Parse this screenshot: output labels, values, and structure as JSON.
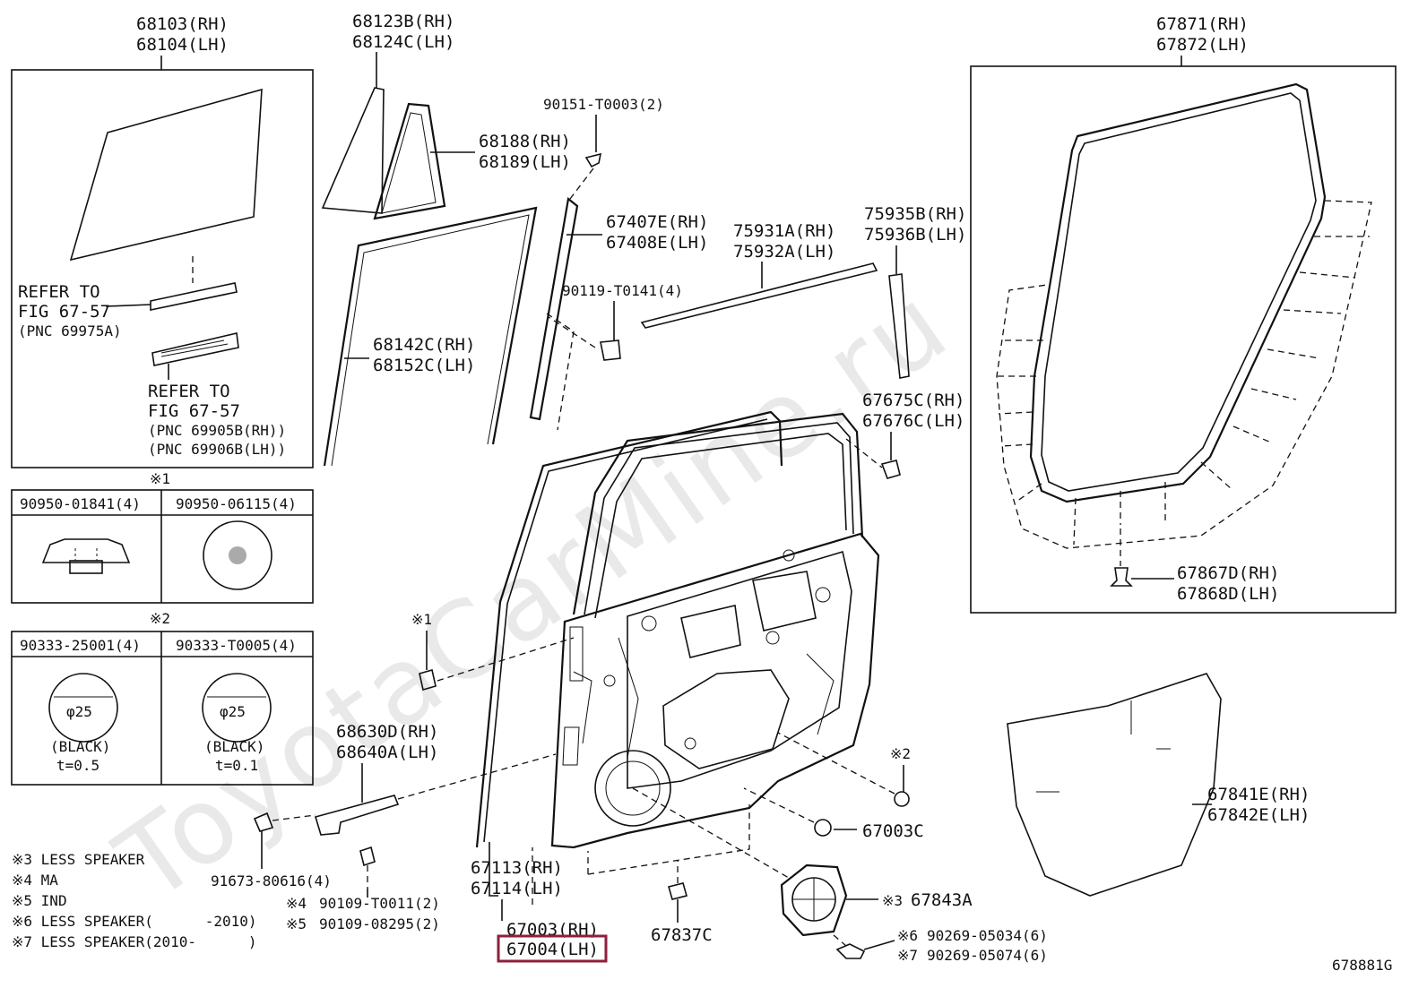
{
  "watermark": "ToyotaCarMine.ru",
  "figure_id": "678881G",
  "labels": {
    "glass_rh": "68103(RH)",
    "glass_lh": "68104(LH)",
    "qglass_rh": "68123B(RH)",
    "qglass_lh": "68124C(LH)",
    "qweather_rh": "68188(RH)",
    "qweather_lh": "68189(LH)",
    "screw_top": "90151-T0003(2)",
    "channel_rh": "67407E(RH)",
    "channel_lh": "67408E(LH)",
    "belt_rh": "75931A(RH)",
    "belt_lh": "75932A(LH)",
    "mould_rh": "75935B(RH)",
    "mould_lh": "75936B(LH)",
    "bolt_channel": "90119-T0141(4)",
    "run_rh": "68142C(RH)",
    "run_lh": "68152C(LH)",
    "clip_rh": "67675C(RH)",
    "clip_lh": "67676C(LH)",
    "refer1_a": "REFER TO",
    "refer1_b": "FIG 67-57",
    "refer1_c": "(PNC 69975A)",
    "refer2_a": "REFER TO",
    "refer2_b": "FIG 67-57",
    "refer2_c": "(PNC 69905B(RH))",
    "refer2_d": "(PNC 69906B(LH))",
    "ws_rh": "67871(RH)",
    "ws_lh": "67872(LH)",
    "wsclip_rh": "67867D(RH)",
    "wsclip_lh": "67868D(LH)",
    "note1_mark": "※1",
    "part_90950a": "90950-01841(4)",
    "part_90950b": "90950-06115(4)",
    "note2_mark": "※2",
    "part_90333a": "90333-25001(4)",
    "part_90333b": "90333-T0005(4)",
    "phi_a": "φ25",
    "phi_b": "φ25",
    "black_a": "(BLACK)",
    "black_b": "(BLACK)",
    "t_a": "t=0.5",
    "t_b": "t=0.1",
    "mark_1": "※1",
    "check_rh": "68630D(RH)",
    "check_lh": "68640A(LH)",
    "mark_2": "※2",
    "plug_67003c": "67003C",
    "film_rh": "67841E(RH)",
    "film_lh": "67842E(LH)",
    "bolt_91673": "91673-80616(4)",
    "n4_part": "90109-T0011(2)",
    "n5_part": "90109-08295(2)",
    "n4_mark": "※4",
    "n5_mark": "※5",
    "hinge_rh": "67113(RH)",
    "hinge_lh": "67114(LH)",
    "door_rh": "67003(RH)",
    "door_lh": "67004(LH)",
    "clip_67837c": "67837C",
    "n3_mark": "※3",
    "speaker_cover": "67843A",
    "n6_mark": "※6",
    "n7_mark": "※7",
    "n6_part": "90269-05034(6)",
    "n7_part": "90269-05074(6)"
  },
  "notes": [
    "※3 LESS SPEAKER",
    "※4 MA",
    "※5 IND",
    "※6 LESS SPEAKER(      -2010)",
    "※7 LESS SPEAKER(2010-      )"
  ],
  "colors": {
    "highlight": "#8e1f3c",
    "line": "#111111",
    "watermark": "#e9e9e9"
  }
}
